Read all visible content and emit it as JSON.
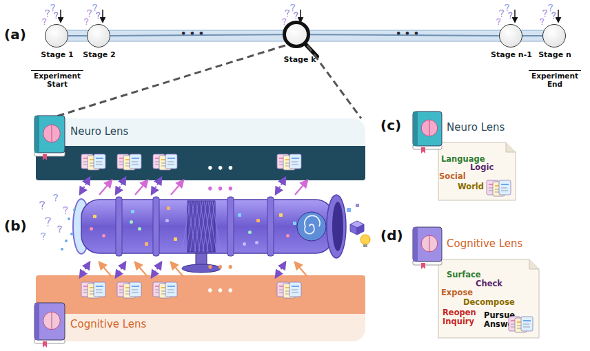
{
  "diagram": {
    "nodes": [
      {
        "text": [
          "Stage 1",
          "Experiment Start"
        ]
      },
      {
        "text": [
          "Stage 2"
        ]
      },
      {
        "text": [
          "Stage k"
        ]
      },
      {
        "text": [
          "Stage n-1"
        ]
      },
      {
        "text": [
          "Stage n",
          "Experiment End"
        ]
      },
      {
        "text": [
          "Neuro Lens"
        ]
      },
      {
        "text": [
          "Cognitive Lens"
        ]
      },
      {
        "text": [
          "Neuro Lens",
          "Language",
          "Logic",
          "Social",
          "World"
        ]
      },
      {
        "text": [
          "Cognitive Lens",
          "Surface",
          "Check",
          "Expose",
          "Decompose",
          "Reopen Inquiry",
          "Pursue Answer"
        ]
      }
    ],
    "edges": [
      {
        "from": 0,
        "to": 1,
        "arrow": "none"
      },
      {
        "from": 1,
        "to": 2,
        "arrow": "none"
      },
      {
        "from": 2,
        "to": 3,
        "arrow": "none"
      },
      {
        "from": 3,
        "to": 4,
        "arrow": "none"
      }
    ],
    "labels": [
      "(a)",
      "(b)",
      "(c)",
      "(d)",
      "• • •",
      "• • •",
      "• • •",
      "• • •",
      "• • •",
      "• • •"
    ]
  }
}
